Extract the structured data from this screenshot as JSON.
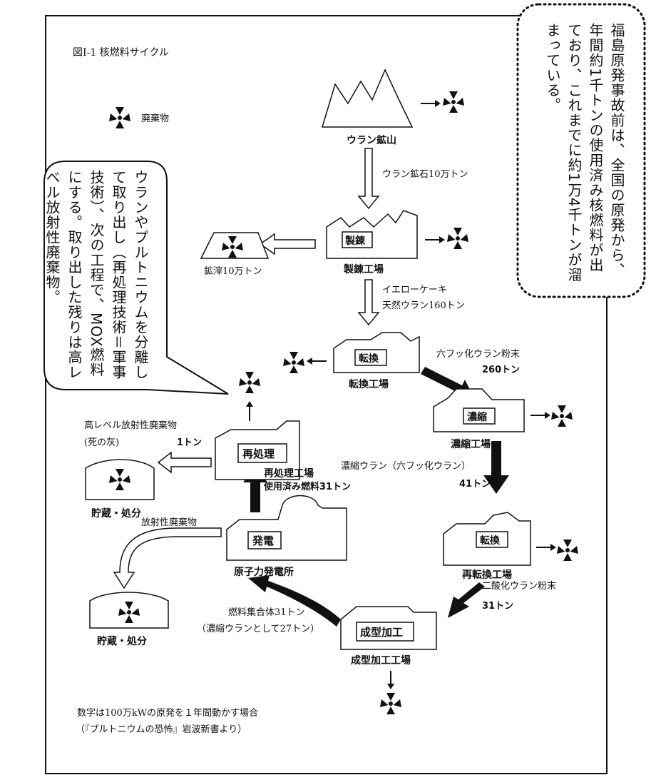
{
  "figure_title": "図Ⅰ-1 核燃料サイクル",
  "legend": {
    "label": "廃棄物",
    "icon": "radiation-trefoil-icon"
  },
  "facilities": {
    "uranium_mine": "ウラン鉱山",
    "refinery_box": "製錬",
    "refinery": "製錬工場",
    "conversion_box": "転換",
    "conversion": "転換工場",
    "enrichment_box": "濃縮",
    "enrichment": "濃縮工場",
    "reconversion_box": "転換",
    "reconversion": "再転換工場",
    "fabrication_box": "成型加工",
    "fabrication": "成型加工工場",
    "power_box": "発電",
    "power_plant": "原子力発電所",
    "reprocessing_box": "再処理",
    "reprocessing": "再処理工場",
    "tailings": "鉱滓10万トン",
    "storage_1": "貯蔵・処分",
    "storage_2": "貯蔵・処分"
  },
  "flows": {
    "ore": "ウラン鉱石10万トン",
    "yellowcake_1": "イエローケーキ",
    "yellowcake_2": "天然ウラン160トン",
    "uf6_1": "六フッ化ウラン粉末",
    "uf6_2": "260トン",
    "enriched_1": "濃縮ウラン（六フッ化ウラン）",
    "enriched_2": "41トン",
    "uo2_1": "二酸化ウラン粉末",
    "uo2_2": "31トン",
    "assembly_1": "燃料集合体31トン",
    "assembly_2": "（濃縮ウランとして27トン）",
    "spent_fuel": "使用済み燃料31トン",
    "hlw_1": "高レベル放射性廃棄物",
    "hlw_2": "(死の灰)",
    "hlw_3": "1トン",
    "radwaste": "放射性廃棄物"
  },
  "footer": {
    "line1": "数字は100万kWの原発を１年間動かす場合",
    "line2": "（『プルトニウムの恐怖』岩波新書より）"
  },
  "notes": {
    "right": "福島原発事故前は、全国の原発から、年間約1千トンの使用済み核燃料が出ており、これまでに約1万4千トンが溜まっている。",
    "left": "ウランやプルトニウムを分離して取り出し（再処理技術＝軍事技術）、次の工程で、MOX燃料にする。取り出した残りは高レベル放射性廃棄物。"
  }
}
